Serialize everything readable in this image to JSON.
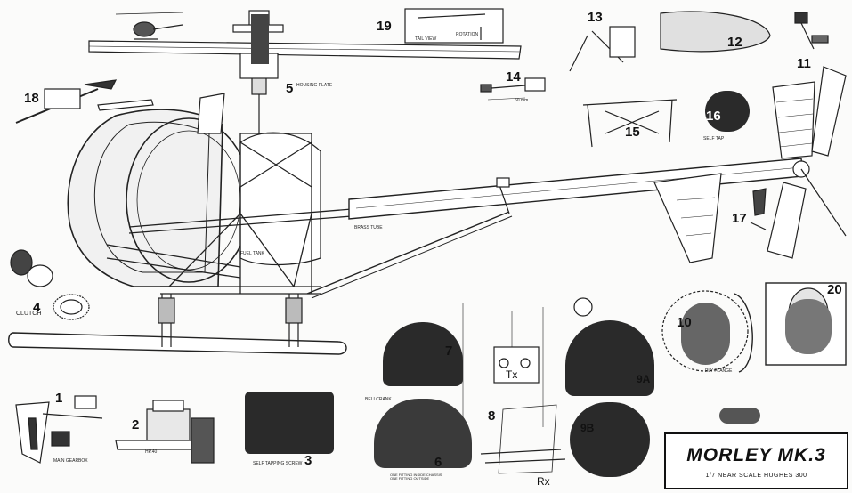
{
  "title": {
    "main": "MORLEY MK.3",
    "sub": "1/7 NEAR SCALE HUGHES 300"
  },
  "figure_numbers": [
    "1",
    "2",
    "3",
    "4",
    "5",
    "6",
    "7",
    "8",
    "9A",
    "9B",
    "10",
    "11",
    "12",
    "13",
    "14",
    "15",
    "16",
    "17",
    "18",
    "19",
    "20"
  ],
  "labels": {
    "main_gearbox": "MAIN GEARBOX",
    "clutch": "CLUTCH",
    "self_tapping_screw": "SELF TAPPING SCREW",
    "self_tap": "SELF TAP",
    "fuel_tank": "FUEL TANK",
    "brass_tube": "BRASS TUBE",
    "bellcrank": "BELLCRANK",
    "tail_view": "TAIL VIEW",
    "rotation": "ROTATION",
    "tx": "Tx",
    "rx": "Rx",
    "ply_flange": "PLY FLANGE",
    "housing_plate": "HOUSING PLATE",
    "measure_60mm": "60 mm",
    "engine": "HP.40",
    "one_fitting": "ONE FITTING INSIDE CHASSIS ONE FITTING OUTSIDE"
  },
  "colors": {
    "ink": "#111111",
    "paper": "#fbfbfa",
    "photo": "#2a2a2a"
  }
}
